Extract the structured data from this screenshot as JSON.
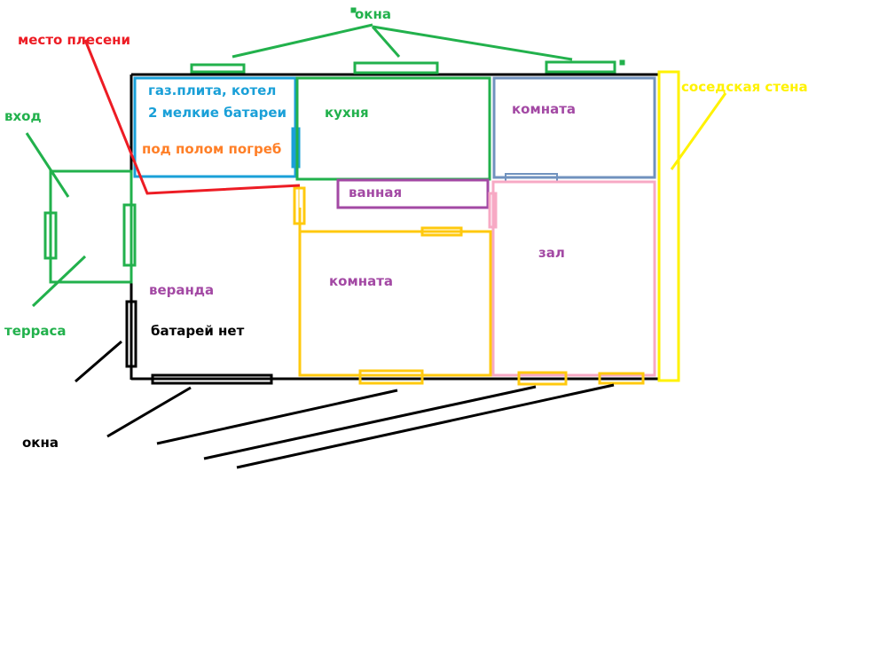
{
  "colors": {
    "green": "#22b14c",
    "red": "#ed1c24",
    "blue": "#1aa0d8",
    "orange": "#ff7f27",
    "purple": "#a349a4",
    "yellow": "#fff200",
    "gold": "#ffc90e",
    "pink": "#f7a9c4",
    "steel": "#7092be",
    "black": "#000000"
  },
  "labels": {
    "windows_top": "окна",
    "mold_place": "место плесени",
    "entrance": "вход",
    "terrace": "терраса",
    "veranda": "веранда",
    "no_radiators": "батарей нет",
    "windows_bottom": "окна",
    "neighbor_wall": "соседская стена",
    "gas_stove_boiler": "газ.плита, котел",
    "small_radiators": "2 мелкие батареи",
    "cellar": "под полом погреб",
    "kitchen": "кухня",
    "room_top": "комната",
    "bathroom": "ванная",
    "hall": "зал",
    "room_bottom": "комната"
  }
}
